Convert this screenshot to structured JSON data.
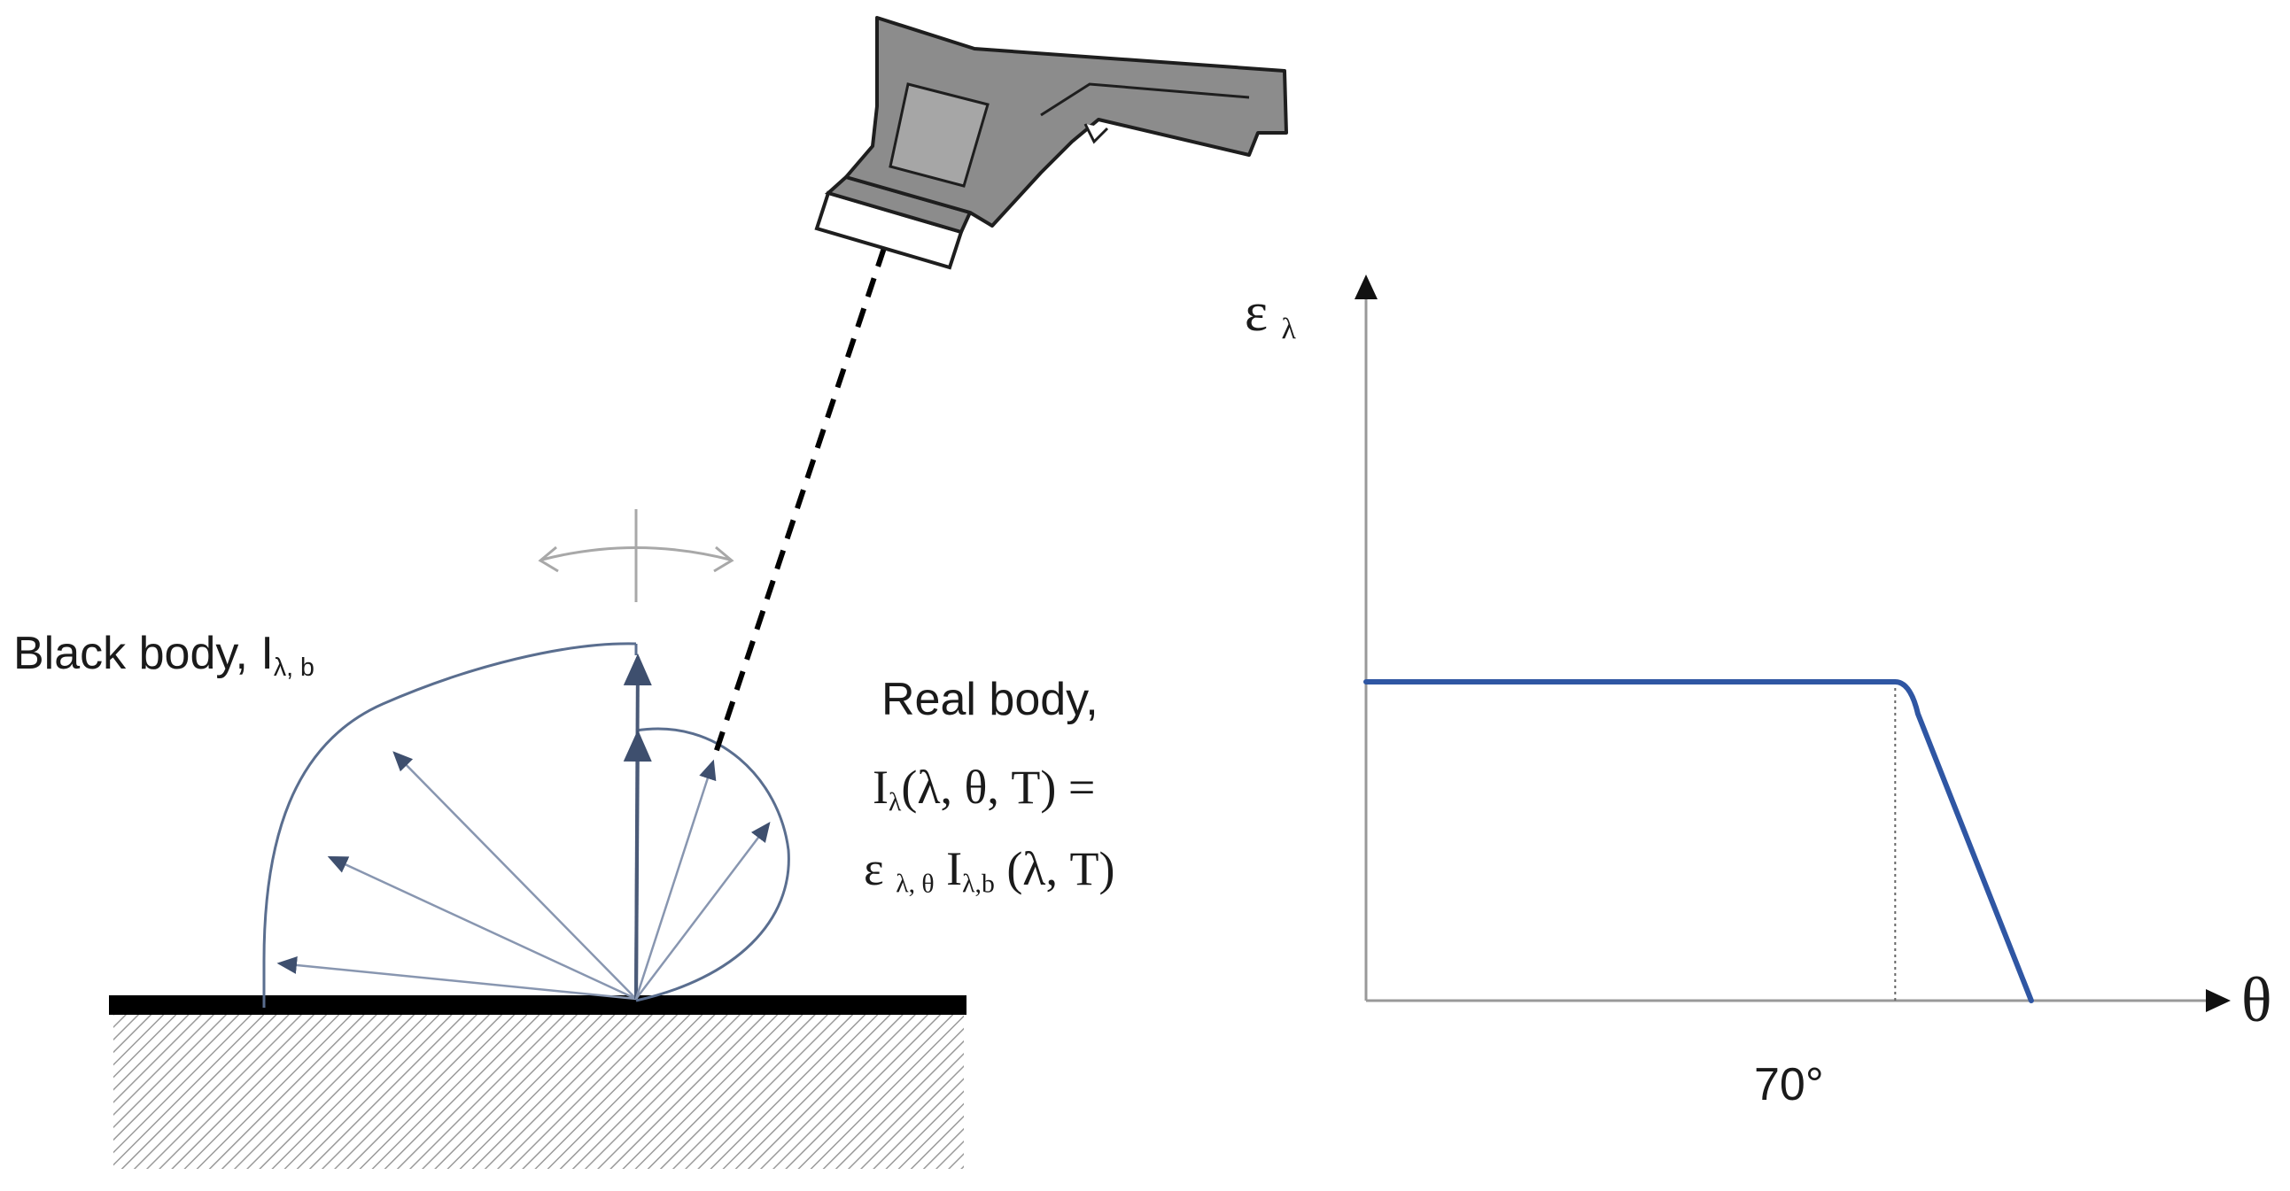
{
  "black_body": {
    "label": "Black body,",
    "intensity_symbol": "I",
    "intensity_subscript": "λ, b"
  },
  "real_body": {
    "label": "Real body,",
    "line1_symbol": "I",
    "line1_subscript": "λ",
    "line1_args": "(λ, θ, T) =",
    "line2_symbol": "ε",
    "line2_subscript": "λ, θ",
    "line2_symbol2": "I",
    "line2_subscript2": "λ,b",
    "line2_args": "(λ, T)"
  },
  "chart_data": {
    "type": "line",
    "ylabel_symbol": "ε",
    "ylabel_subscript": "λ",
    "xlabel": "θ",
    "xtick_labels": [
      "70°"
    ],
    "x_marked": 70,
    "xlim": [
      0,
      90
    ],
    "ylim": [
      0,
      1
    ],
    "grid": false,
    "series": [
      {
        "x": [
          0,
          70,
          72,
          73,
          88
        ],
        "y": [
          0.5,
          0.5,
          0.48,
          0.45,
          0.0
        ]
      }
    ],
    "colors": {
      "curve": "#2f56a3",
      "axes": "#999999",
      "arrowheads": "#111111"
    }
  },
  "colors": {
    "hemisphere_stroke": "#5a6e8f",
    "ray_stroke": "#7d8ba6",
    "ray_head": "#3e4f6e",
    "surface": "#000000",
    "hatch": "#9a9a9a",
    "thermometer_body": "#8c8c8c",
    "thermometer_outline": "#1e1e1e",
    "rotation_arrows": "#a8a8a8",
    "beam": "#000000"
  },
  "icons": {
    "thermometer": "infrared-thermometer-icon",
    "rotation": "rotation-arrows-icon"
  }
}
